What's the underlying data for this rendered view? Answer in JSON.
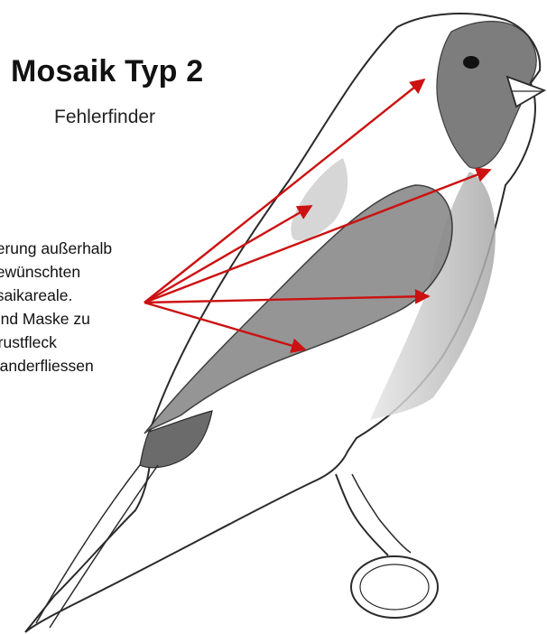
{
  "title": "Mosaik Typ 2",
  "subtitle": "Fehlerfinder",
  "note_lines": [
    "gerung außerhalb",
    "gewünschten",
    "osaikareale.",
    "fend Maske zu",
    "Brustfleck",
    "inanderfliessen"
  ],
  "colors": {
    "arrow": "#cc1111",
    "outline": "#2a2a2a",
    "shade_dark": "#6b6b6b",
    "shade_mid": "#9a9a9a",
    "shade_light": "#cfcfcf"
  }
}
